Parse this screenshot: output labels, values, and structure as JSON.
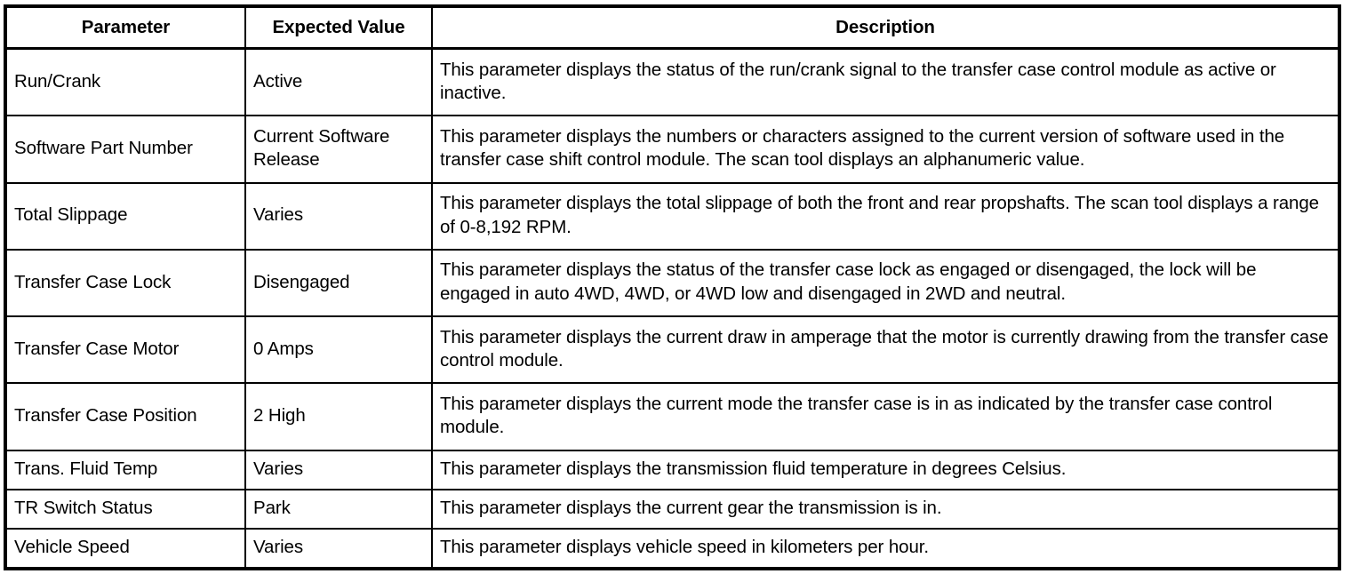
{
  "table": {
    "headers": [
      "Parameter",
      "Expected Value",
      "Description"
    ],
    "rows": [
      {
        "parameter": "Run/Crank",
        "expected_value": "Active",
        "description": "This parameter displays the status of the run/crank signal to the transfer case control module as active or inactive."
      },
      {
        "parameter": "Software Part Number",
        "expected_value": "Current Software Release",
        "description": "This parameter displays the numbers or characters assigned to the current version of software used in the transfer case shift control module. The scan tool displays an alphanumeric value."
      },
      {
        "parameter": "Total Slippage",
        "expected_value": "Varies",
        "description": "This parameter displays the total slippage of both the front and rear propshafts. The scan tool displays a range of 0-8,192 RPM."
      },
      {
        "parameter": "Transfer Case Lock",
        "expected_value": "Disengaged",
        "description": "This parameter displays the status of the transfer case lock as engaged or disengaged, the lock will be engaged in auto 4WD, 4WD, or 4WD low and disengaged in 2WD and neutral."
      },
      {
        "parameter": "Transfer Case Motor",
        "expected_value": "0 Amps",
        "description": "This parameter displays the current draw in amperage that the motor is currently drawing from the transfer case control module."
      },
      {
        "parameter": "Transfer Case Position",
        "expected_value": "2 High",
        "description": "This parameter displays the current mode the transfer case is in as indicated by the transfer case control module."
      },
      {
        "parameter": "Trans. Fluid Temp",
        "expected_value": "Varies",
        "description": "This parameter displays the transmission fluid temperature in degrees Celsius."
      },
      {
        "parameter": "TR Switch Status",
        "expected_value": "Park",
        "description": "This parameter displays the current gear the transmission is in."
      },
      {
        "parameter": "Vehicle Speed",
        "expected_value": "Varies",
        "description": "This parameter displays vehicle speed in kilometers per hour."
      }
    ]
  },
  "colors": {
    "border": "#000000",
    "text": "#000000",
    "background": "#ffffff"
  }
}
